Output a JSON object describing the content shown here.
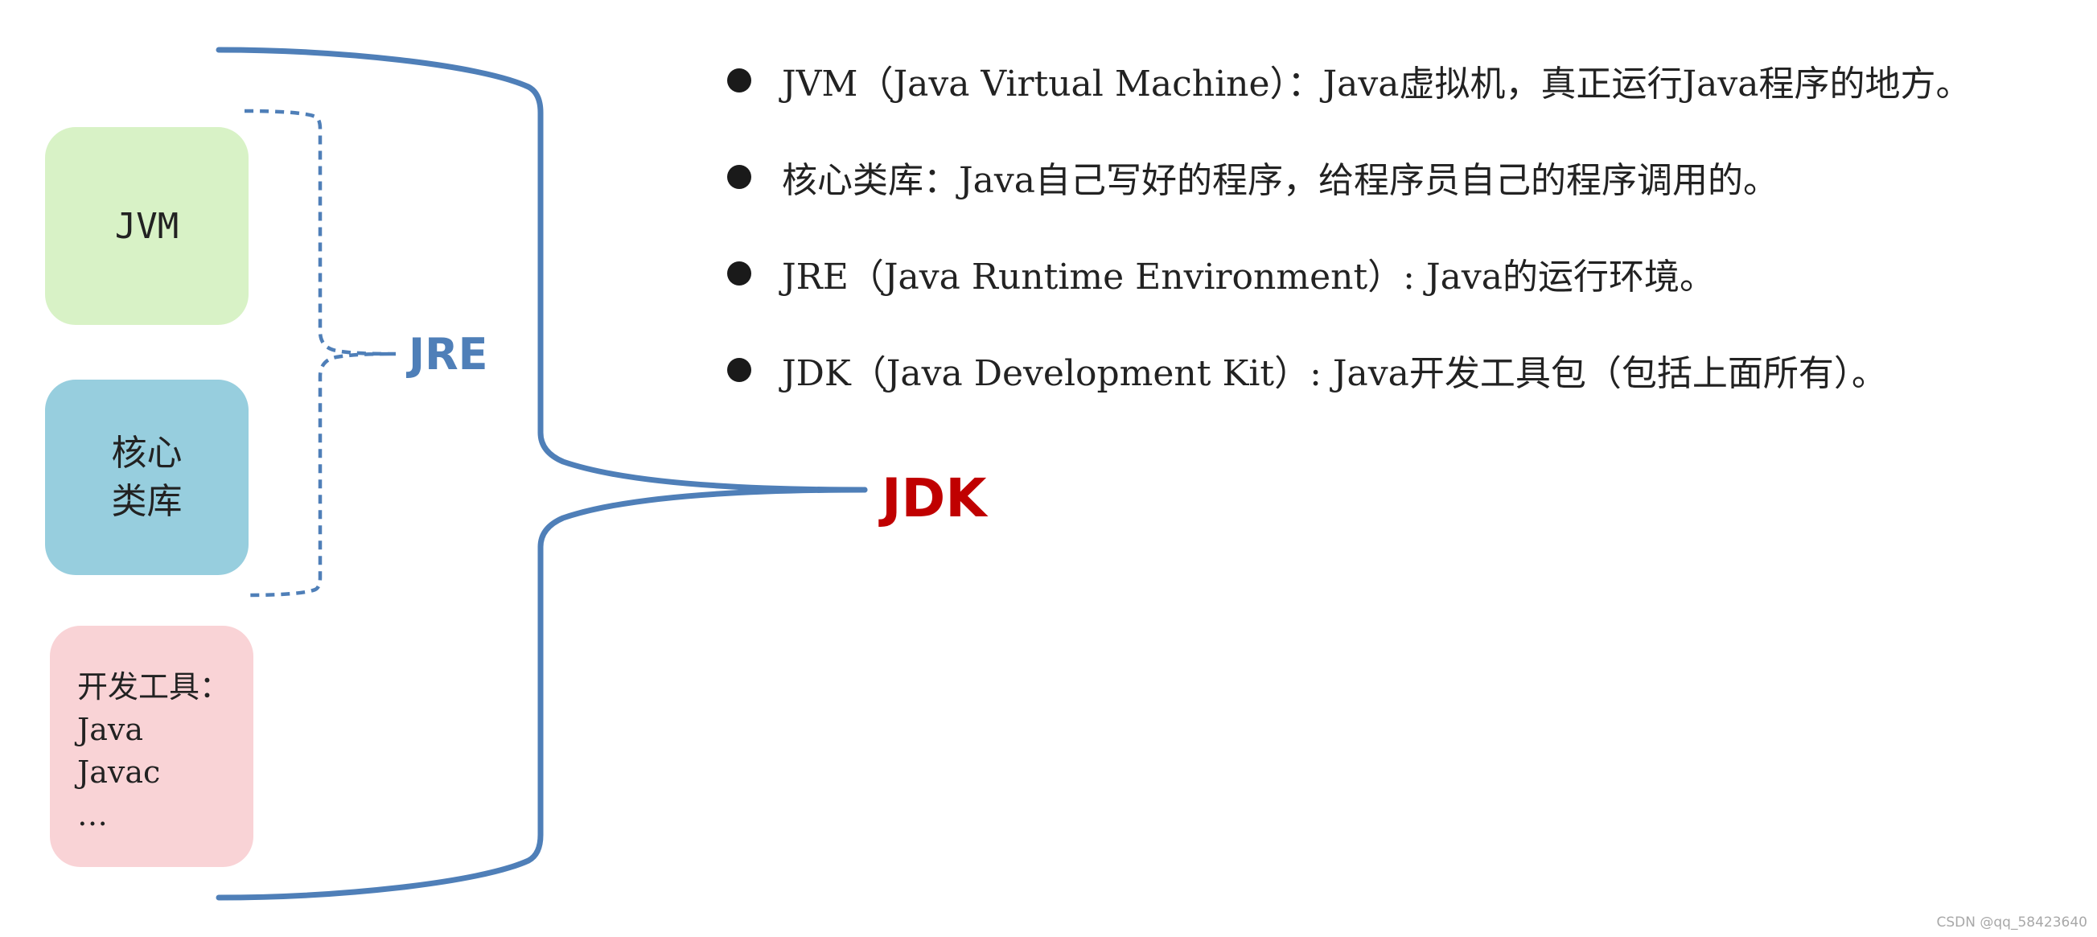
{
  "colors": {
    "jvm_box": "#d8f2c6",
    "core_lib_box": "#97cede",
    "dev_tools_box": "#f9d3d6",
    "bracket": "#4f7fb8",
    "jre_label": "#4f7fb8",
    "jdk_label": "#c00000"
  },
  "boxes": {
    "jvm": {
      "label": "JVM"
    },
    "core_lib": {
      "lines": [
        "核心",
        "类库"
      ]
    },
    "dev_tools": {
      "lines": [
        "开发工具：",
        "Java",
        "Javac",
        "…"
      ]
    }
  },
  "jre_label": "JRE",
  "jdk_label": "JDK",
  "bullets": [
    "JVM（Java Virtual Machine）：Java虚拟机，真正运行Java程序的地方。",
    "核心类库：Java自己写好的程序，给程序员自己的程序调用的。",
    "JRE（Java Runtime Environment）: Java的运行环境。",
    "JDK（Java Development Kit）: Java开发工具包（包括上面所有）。"
  ],
  "watermark": "CSDN @qq_58423640"
}
